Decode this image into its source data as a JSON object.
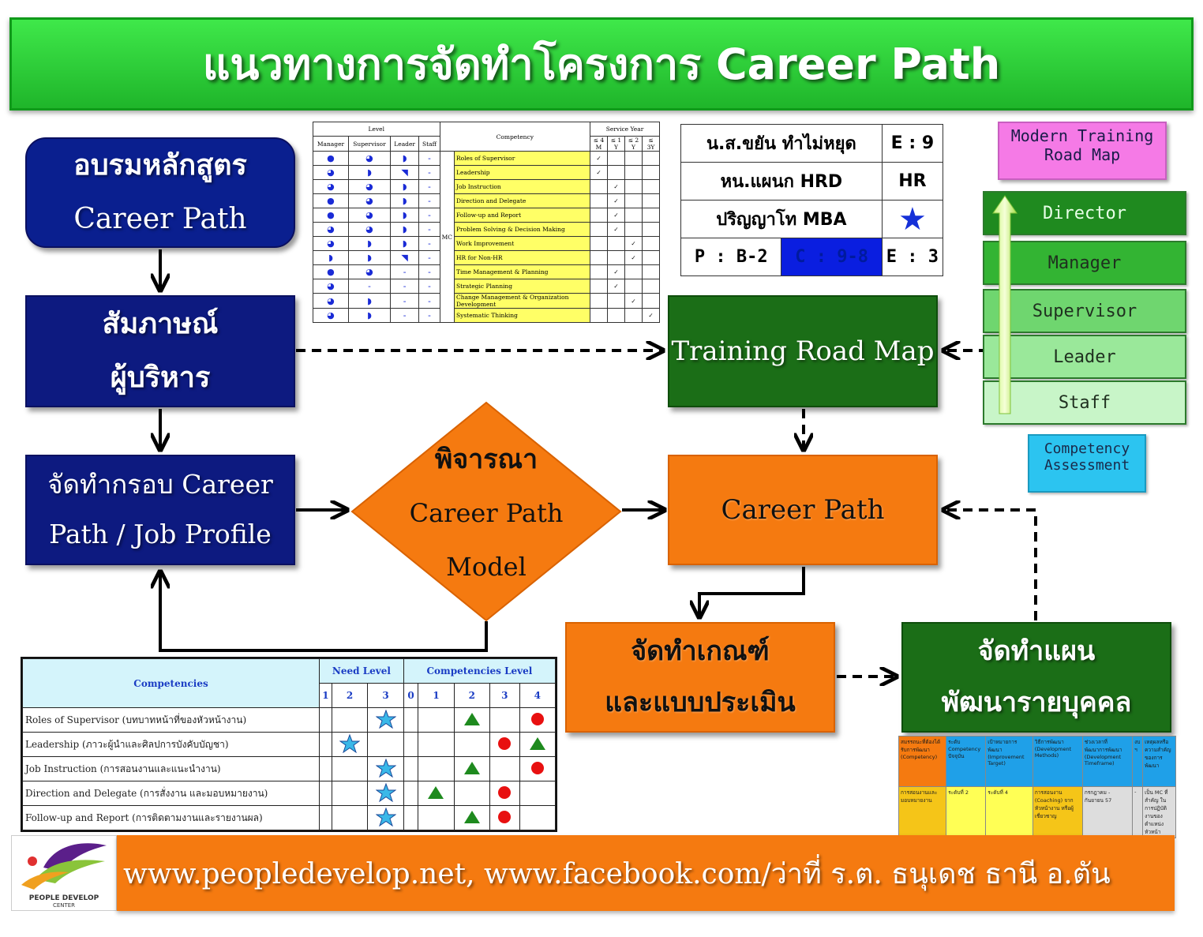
{
  "title": "แนวทางการจัดทำโครงการ Career Path",
  "flow": {
    "training_course": [
      "อบรมหลักสูตร",
      "Career Path"
    ],
    "interview": [
      "สัมภาษณ์",
      "ผู้บริหาร"
    ],
    "framework": [
      "จัดทำกรอบ Career",
      "Path / Job Profile"
    ],
    "consider": [
      "พิจารณา",
      "Career Path",
      "Model"
    ],
    "training_road_map": "Training Road Map",
    "career_path": "Career Path",
    "criteria": [
      "จัดทำเกณฑ์",
      "และแบบประเมิน"
    ],
    "idp": [
      "จัดทำแผน",
      "พัฒนารายบุคคล"
    ]
  },
  "level_table": {
    "level_header": "Level",
    "level_cols": [
      "Manager",
      "Supervisor",
      "Leader",
      "Staff"
    ],
    "competency_header": "Competency",
    "service_header": "Service Year",
    "service_cols": [
      "≤ 4 M",
      "≤ 1 Y",
      "≤ 2 Y",
      "≤ 3Y"
    ],
    "group": "MC",
    "rows": [
      {
        "name": "Roles of Supervisor",
        "levels": [
          "●",
          "◕",
          "◗",
          "-"
        ],
        "check": 0
      },
      {
        "name": "Leadership",
        "levels": [
          "◕",
          "◗",
          "◥",
          "-"
        ],
        "check": 0
      },
      {
        "name": "Job Instruction",
        "levels": [
          "◕",
          "◕",
          "◗",
          "-"
        ],
        "check": 1
      },
      {
        "name": "Direction and Delegate",
        "levels": [
          "●",
          "◕",
          "◗",
          "-"
        ],
        "check": 1
      },
      {
        "name": "Follow-up and Report",
        "levels": [
          "●",
          "◕",
          "◗",
          "-"
        ],
        "check": 1
      },
      {
        "name": "Problem Solving & Decision Making",
        "levels": [
          "◕",
          "◕",
          "◗",
          "-"
        ],
        "check": 1
      },
      {
        "name": "Work Improvement",
        "levels": [
          "◕",
          "◗",
          "◗",
          "-"
        ],
        "check": 2
      },
      {
        "name": "HR for Non-HR",
        "levels": [
          "◗",
          "◗",
          "◥",
          "-"
        ],
        "check": 2
      },
      {
        "name": "Time Management & Planning",
        "levels": [
          "●",
          "◕",
          "-",
          "-"
        ],
        "check": 1
      },
      {
        "name": "Strategic Planning",
        "levels": [
          "◕",
          "-",
          "-",
          "-"
        ],
        "check": 1
      },
      {
        "name": "Change Management & Organization Development",
        "levels": [
          "◕",
          "◗",
          "-",
          "-"
        ],
        "check": 2
      },
      {
        "name": "Systematic Thinking",
        "levels": [
          "◕",
          "◗",
          "-",
          "-"
        ],
        "check": 3
      }
    ],
    "check_mark": "✓"
  },
  "info_card": {
    "name": "น.ส.ขยัน ทำไม่หยุด",
    "name_code": "E : 9",
    "position": "หน.แผนก HRD",
    "position_code": "HR",
    "degree": "ปริญญาโท MBA",
    "p": "P : B-2",
    "c": "C : 9-8",
    "e": "E : 3"
  },
  "road_map": {
    "title": [
      "Modern Training",
      "Road Map"
    ],
    "levels": [
      "Director",
      "Manager",
      "Supervisor",
      "Leader",
      "Staff"
    ],
    "competency_assessment": [
      "Competency",
      "Assessment"
    ]
  },
  "competency_table": {
    "header": "Competencies",
    "need_level": "Need  Level",
    "need_cols": [
      "1",
      "2",
      "3"
    ],
    "comp_level": "Competencies  Level",
    "comp_cols": [
      "0",
      "1",
      "2",
      "3",
      "4"
    ],
    "rows": [
      {
        "name": "Roles of Supervisor (บทบาทหน้าที่ของหัวหน้างาน)",
        "star": 2,
        "triangle": 2,
        "circle": 4
      },
      {
        "name": "Leadership (ภาวะผู้นำและศิลปการบังคับบัญชา)",
        "star": 1,
        "triangle": 4,
        "circle": 3
      },
      {
        "name": "Job Instruction (การสอนงานและแนะนำงาน)",
        "star": 2,
        "triangle": 2,
        "circle": 4
      },
      {
        "name": "Direction and Delegate (การสั่งงาน และมอบหมายงาน)",
        "star": 2,
        "triangle": 1,
        "circle": 3
      },
      {
        "name": "Follow-up and Report (การติดตามงานและรายงานผล)",
        "star": 2,
        "triangle": 2,
        "circle": 3
      }
    ]
  },
  "idp_table": {
    "headers": [
      "สมรรถนะที่ต้องได้รับการพัฒนา (Competency)",
      "ระดับ Competency ปัจจุบัน",
      "เป้าหมายการพัฒนา (Improvement Target)",
      "วิธีการพัฒนา (Development Methods)",
      "ช่วงเวลาที่พัฒนาการพัฒนา (Development Timeframe)",
      "งบ ฯ",
      "เหตุผลหรือความสำคัญของการพัฒนา"
    ],
    "row": [
      "การสอนงานและมอบหมายงาน",
      "ระดับที่ 2",
      "ระดับที่ 4",
      "การสอนงาน (Coaching) จากหัวหน้างาน หรือผู้เชี่ยวชาญ",
      "กรกฎาคม - กันยายน 57",
      "-",
      "เป็น MC ที่สำคัญ ในการปฏิบัติงานของตำแหน่งหัวหน้า"
    ],
    "header_colors": [
      "#f57a10",
      "#1fa0e8",
      "#1fa0e8",
      "#1fa0e8",
      "#1fa0e8",
      "#1fa0e8",
      "#1fa0e8"
    ],
    "row_colors": [
      "#f5c518",
      "#ffff55",
      "#ffff55",
      "#f5c518",
      "#dddddd",
      "#dddddd",
      "#dddddd"
    ]
  },
  "logo": {
    "line1": "PEOPLE DEVELOP",
    "line2": "CENTER"
  },
  "footer": "www.peopledevelop.net, www.facebook.com/ว่าที่ ร.ต. ธนุเดช  ธานี อ.ตัน",
  "colors": {
    "navy": "#0d1a80",
    "green": "#1b6e17",
    "orange": "#f57a10",
    "title_green": "#2ed23a"
  }
}
